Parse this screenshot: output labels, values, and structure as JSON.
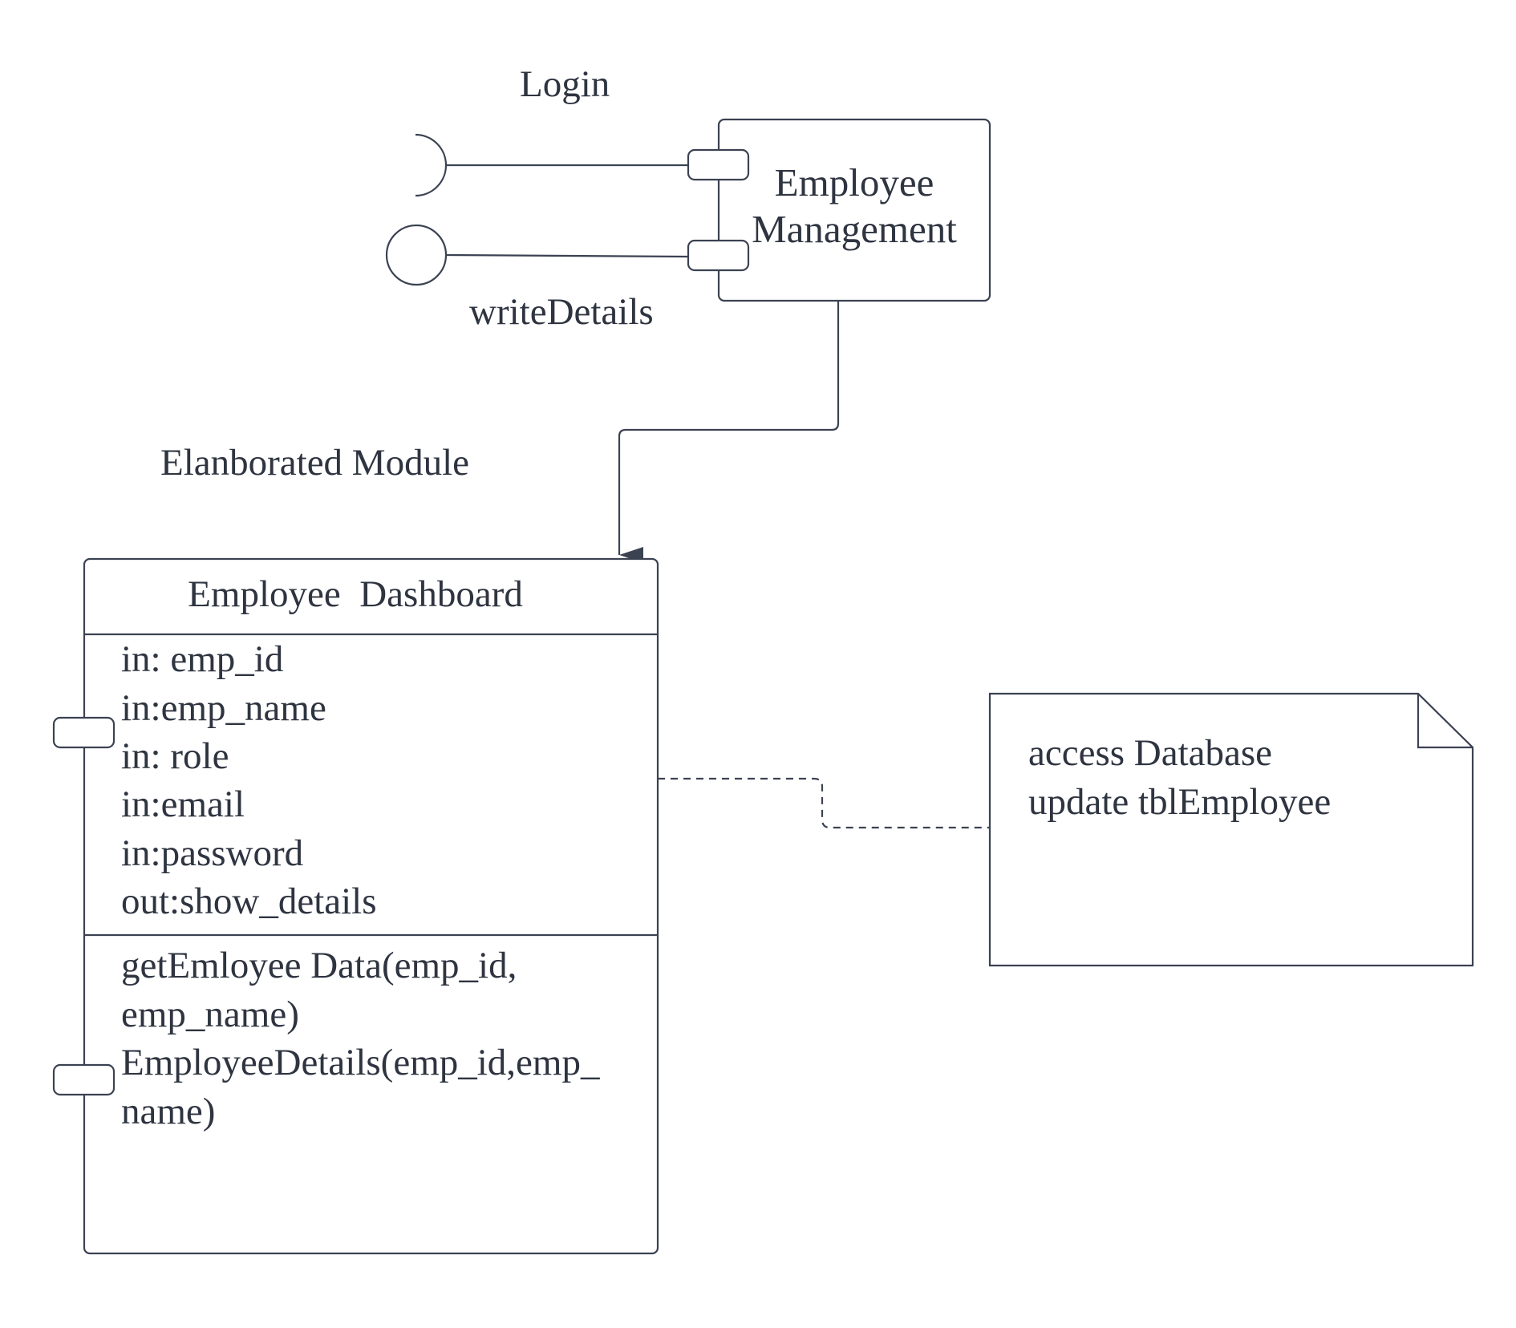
{
  "labels": {
    "login": "Login",
    "write_details": "writeDetails",
    "elaborated_module": "Elanborated Module"
  },
  "component": {
    "name_line1": "Employee",
    "name_line2": "Management"
  },
  "dashboard": {
    "title": "Employee  Dashboard",
    "attributes": [
      "in: emp_id",
      "in:emp_name",
      "in: role",
      "in:email",
      "in:password",
      "out:show_details"
    ],
    "operations": [
      "getEmloyee Data(emp_id,",
      "emp_name)",
      "EmployeeDetails(emp_id,emp_",
      "name)"
    ]
  },
  "note": {
    "lines": [
      "access Database",
      "update tblEmployee"
    ]
  },
  "colors": {
    "stroke": "#3b4252",
    "text": "#2e3440",
    "background": "#ffffff"
  }
}
